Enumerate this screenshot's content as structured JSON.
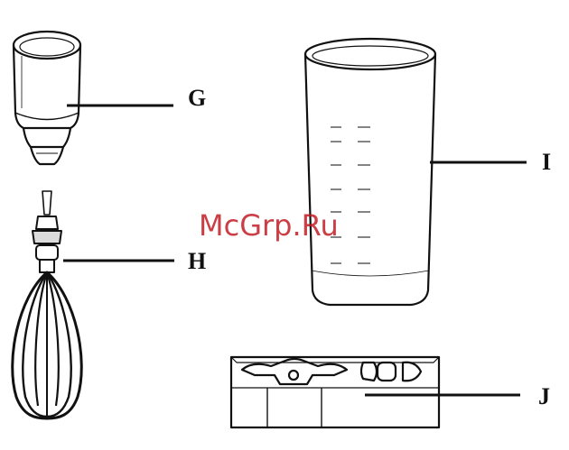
{
  "labels": {
    "G": "G",
    "H": "H",
    "I": "I",
    "J": "J"
  },
  "watermark": "McGrp.Ru",
  "colors": {
    "ink": "#111111",
    "watermark": "#c0141c",
    "background": "#ffffff"
  }
}
